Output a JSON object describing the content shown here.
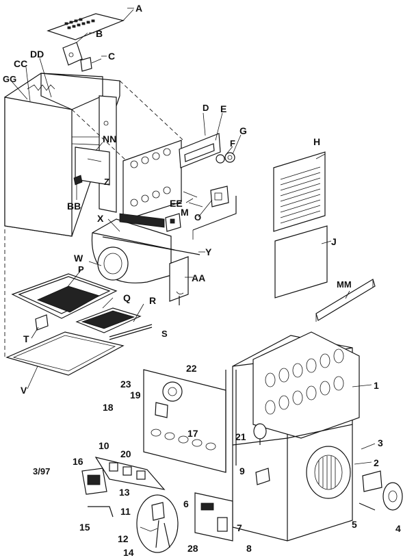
{
  "date_code": "3/97",
  "callouts": {
    "A": "A",
    "B": "B",
    "C": "C",
    "DD": "DD",
    "CC": "CC",
    "GG": "GG",
    "NN": "NN",
    "Z": "Z",
    "BB": "BB",
    "D": "D",
    "E": "E",
    "G": "G",
    "F": "F",
    "EE": "EE",
    "M": "M",
    "O": "O",
    "X": "X",
    "Y": "Y",
    "W": "W",
    "P": "P",
    "AA": "AA",
    "Q": "Q",
    "R": "R",
    "S": "S",
    "T": "T",
    "V": "V",
    "H": "H",
    "J": "J",
    "MM": "MM",
    "n1": "1",
    "n2": "2",
    "n3": "3",
    "n4": "4",
    "n5": "5",
    "n6": "6",
    "n7": "7",
    "n8": "8",
    "n9": "9",
    "n10": "10",
    "n11": "11",
    "n12": "12",
    "n13": "13",
    "n14": "14",
    "n15": "15",
    "n16": "16",
    "n17": "17",
    "n18": "18",
    "n19": "19",
    "n20": "20",
    "n21": "21",
    "n22": "22",
    "n23": "23",
    "n28": "28"
  }
}
